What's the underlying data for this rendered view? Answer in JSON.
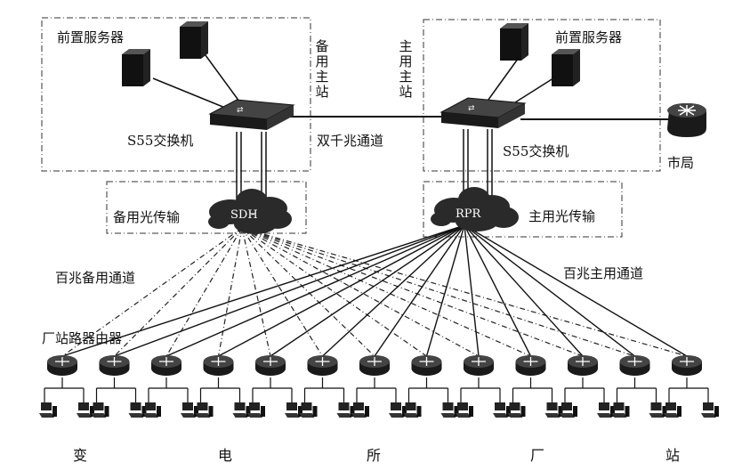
{
  "labels": {
    "front_server_left": "前置服务器",
    "front_server_right": "前置服务器",
    "switch_left": "S55交换机",
    "switch_right": "S55交换机",
    "backup_master": "备用主站",
    "main_master": "主用主站",
    "gigabit_channel": "双千兆通道",
    "city_office": "市局",
    "backup_optical": "备用光传输",
    "main_optical": "主用光传输",
    "sdh": "SDH",
    "rpr": "RPR",
    "backup_100m": "百兆备用通道",
    "main_100m": "百兆主用通道",
    "station_router": "厂站路器由器"
  },
  "bottom_text": [
    "变",
    "电",
    "所",
    "厂",
    "站"
  ],
  "station_count": 13,
  "icons": [
    "server-icon",
    "switch-icon",
    "router-icon",
    "cloud-icon",
    "computer-icon"
  ]
}
